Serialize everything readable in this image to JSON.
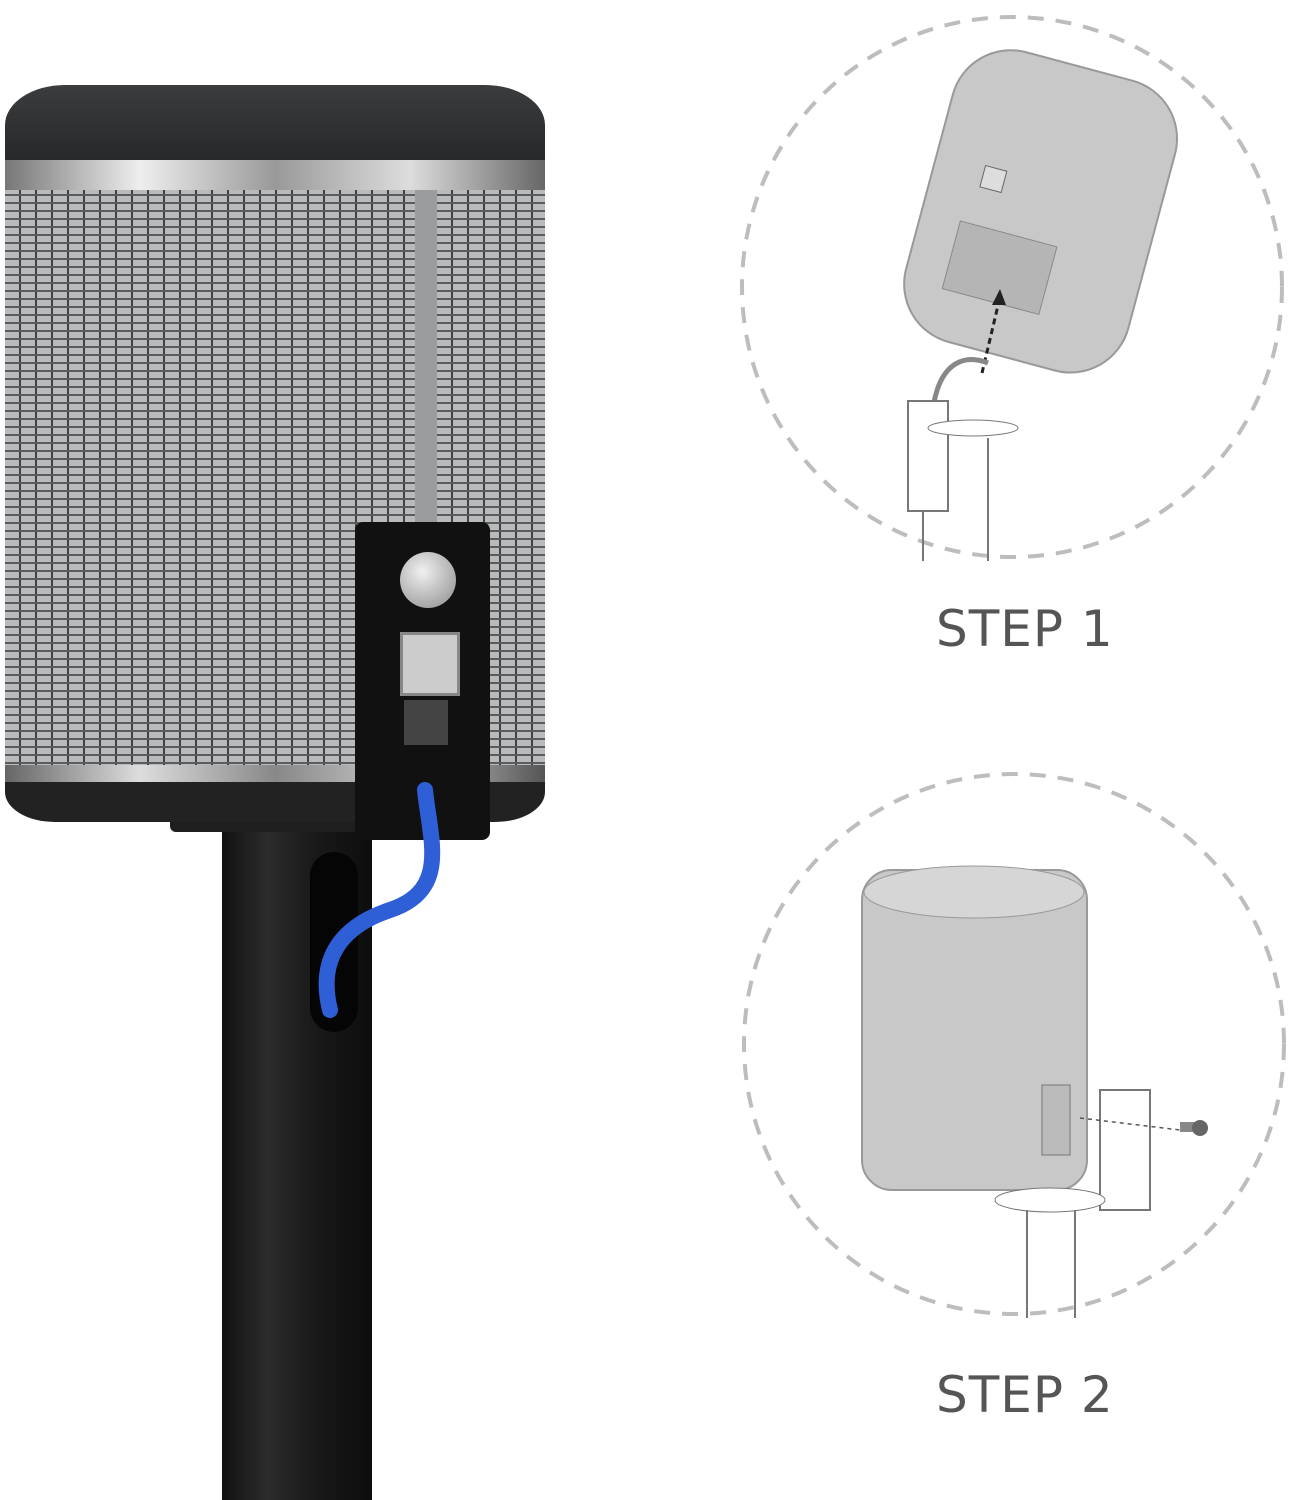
{
  "steps": [
    {
      "label": "STEP 1"
    },
    {
      "label": "STEP 2"
    }
  ],
  "colors": {
    "stand": "#1c1c1c",
    "speaker_body": "#2a2a2a",
    "grille": "#8d8f91",
    "cable": "#2f5fd6",
    "dashed_circle": "#bdbdbd",
    "diagram_speaker": "#c8c8c8",
    "label_text": "#555555"
  },
  "icons": [
    "speaker-photo",
    "stand-pole",
    "ethernet-cable",
    "mounting-bracket",
    "screw",
    "insert-arrow"
  ]
}
